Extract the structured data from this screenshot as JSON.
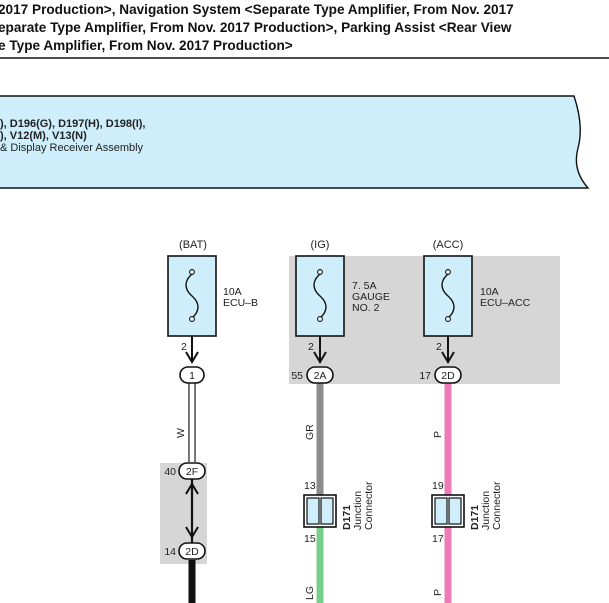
{
  "header": {
    "lines": [
      "2017 Production>, Navigation System <Separate Type Amplifier, From Nov. 2017",
      "eparate Type Amplifier, From Nov. 2017 Production>, Parking Assist <Rear View",
      "e Type Amplifier, From Nov. 2017 Production>"
    ]
  },
  "component_box": {
    "lines": [
      "), D196(G), D197(H), D198(I),",
      "), V12(M), V13(N)",
      "& Display Receiver Assembly"
    ],
    "fill_color": "#cdeefa"
  },
  "fuses": [
    {
      "source": "(BAT)",
      "amperage": "10A",
      "name_lines": [
        "ECU–B"
      ],
      "terminal": "2"
    },
    {
      "source": "(IG)",
      "amperage": "7. 5A",
      "name_lines": [
        "GAUGE",
        "NO. 2"
      ],
      "terminal": "2"
    },
    {
      "source": "(ACC)",
      "amperage": "10A",
      "name_lines": [
        "ECU–ACC"
      ],
      "terminal": "2"
    }
  ],
  "connectors": [
    {
      "pin": "",
      "code": "1"
    },
    {
      "pin": "55",
      "code": "2A"
    },
    {
      "pin": "17",
      "code": "2D"
    },
    {
      "pin": "40",
      "code": "2F"
    },
    {
      "pin": "14",
      "code": "2D"
    }
  ],
  "wires": [
    {
      "color_code": "W",
      "color": "#ffffff"
    },
    {
      "color_code": "GR",
      "color": "#8c8c8c"
    },
    {
      "color_code": "P",
      "color": "#ee7ab6"
    },
    {
      "color_code": "LG",
      "color": "#78cc8c"
    },
    {
      "color_code": "P",
      "color": "#ee7ab6"
    }
  ],
  "junctions": [
    {
      "code": "D171",
      "name_lines": [
        "Junction",
        "Connector"
      ],
      "pin_top": "13",
      "pin_bottom": "15"
    },
    {
      "code": "D171",
      "name_lines": [
        "Junction",
        "Connector"
      ],
      "pin_top": "19",
      "pin_bottom": "17"
    }
  ],
  "colors": {
    "shade": "#d6d6d6",
    "fuse_fill": "#cdeefa",
    "line": "#111111"
  }
}
